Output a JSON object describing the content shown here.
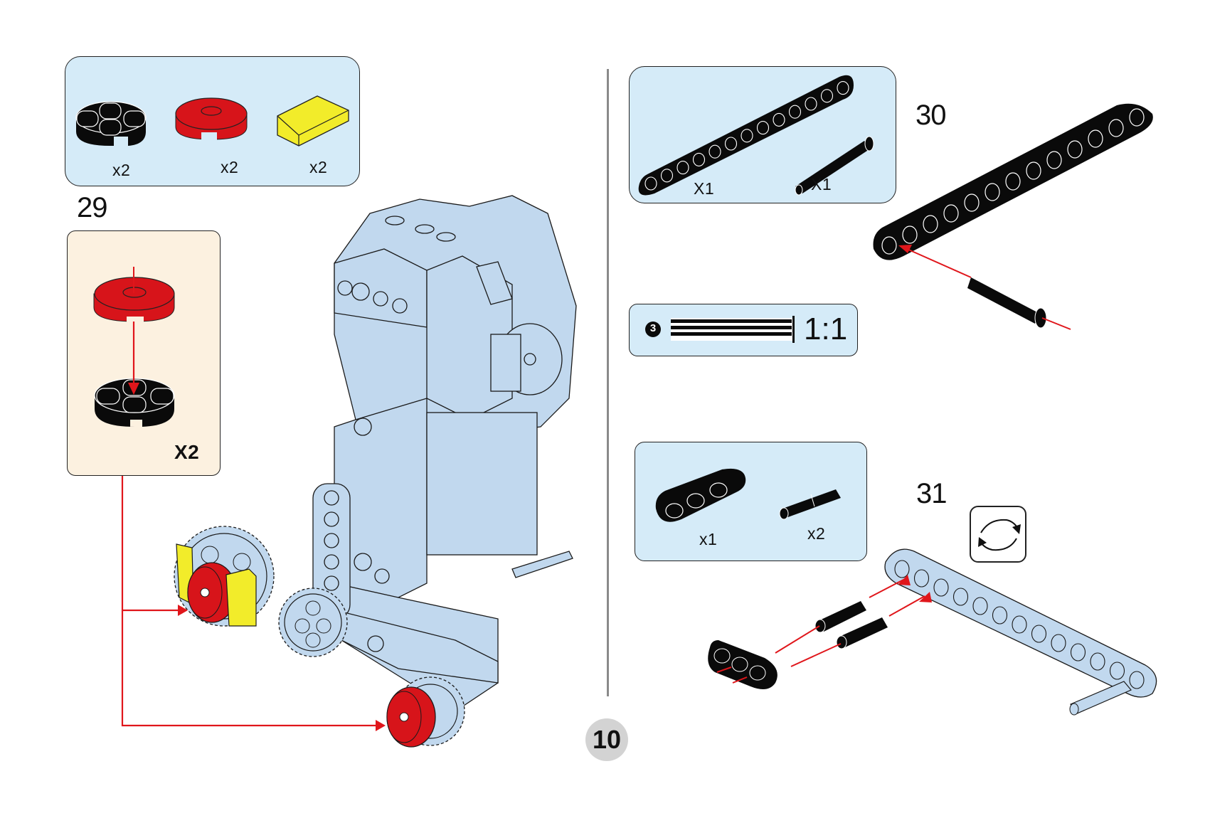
{
  "page": {
    "number": "10",
    "background": "#ffffff",
    "colors": {
      "parts_box_bg": "#d5ebf8",
      "subassembly_bg": "#fcf1e0",
      "model_light_blue": "#c1d8ee",
      "arrow_red": "#e0161b",
      "brick_red": "#d7141a",
      "brick_yellow": "#f2ec2a",
      "brick_black": "#0a0a0a",
      "page_circle": "#d3d3d3"
    }
  },
  "steps": [
    {
      "number": "29",
      "parts": [
        {
          "icon": "round-plate-2x2-black-icon",
          "qty": "x2"
        },
        {
          "icon": "round-tile-2x2-red-icon",
          "qty": "x2"
        },
        {
          "icon": "slope-1x2-yellow-icon",
          "qty": "x2"
        }
      ],
      "subassembly": {
        "qty": "X2",
        "description": "red round tile onto black round plate"
      }
    },
    {
      "number": "30",
      "parts": [
        {
          "icon": "liftarm-13-black-icon",
          "qty": "X1"
        },
        {
          "icon": "axle-pin-3-black-icon",
          "qty": "X1"
        }
      ]
    },
    {
      "number": "31",
      "parts": [
        {
          "icon": "liftarm-3-black-icon",
          "qty": "x1"
        },
        {
          "icon": "pin-with-friction-black-icon",
          "qty": "x2"
        }
      ],
      "rotate_icon": "rotate-model-icon"
    }
  ],
  "scale_check": {
    "callout_number": "3",
    "ratio": "1:1"
  }
}
